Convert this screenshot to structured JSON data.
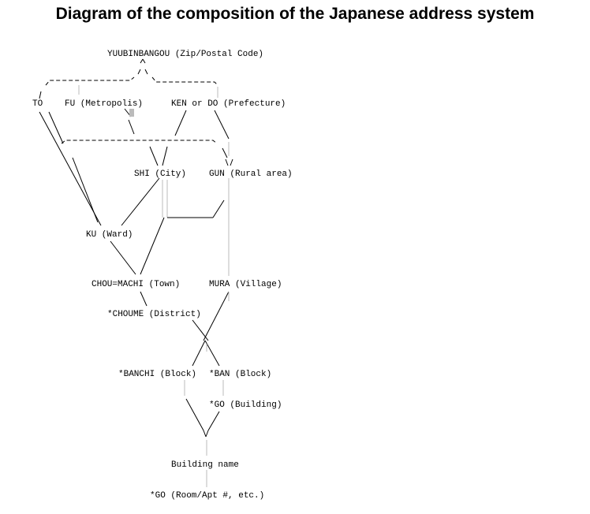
{
  "title": "Diagram of the composition of the Japanese address system",
  "nodes": {
    "yuubinbangou": "YUUBINBANGOU (Zip/Postal Code)",
    "to": "TO",
    "fu": "FU (Metropolis)",
    "ken_do": "KEN or DO (Prefecture)",
    "shi": "SHI (City)",
    "gun": "GUN (Rural area)",
    "ku": "KU (Ward)",
    "chou_machi": "CHOU=MACHI (Town)",
    "mura": "MURA (Village)",
    "choume": "*CHOUME (District)",
    "banchi": "*BANCHI (Block)",
    "ban": "*BAN (Block)",
    "go_building": "*GO (Building)",
    "building_name": "Building name",
    "go_room": "*GO (Room/Apt #, etc.)"
  }
}
